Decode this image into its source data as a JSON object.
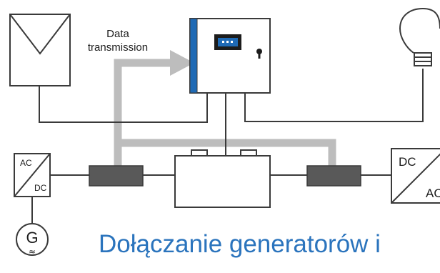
{
  "labels": {
    "data_transmission_line1": "Data",
    "data_transmission_line2": "transmission",
    "rectifier_top": "AC",
    "rectifier_bottom": "DC",
    "inverter_top": "DC",
    "inverter_bottom": "AC",
    "generator_symbol": "G",
    "generator_wave": "≈"
  },
  "caption": "Dołączanie generatorów i",
  "colors": {
    "line": "#3a3a3a",
    "data_arrow": "#bdbdbd",
    "controller_blue": "#1f6ab5",
    "display_dark": "#1c1c1c",
    "converter_block": "#595959",
    "caption": "#2b74bd"
  }
}
